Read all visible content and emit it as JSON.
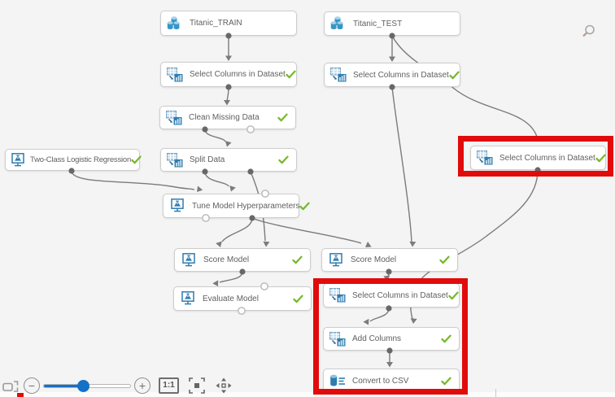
{
  "canvas": {
    "background": "#f4f4f4"
  },
  "nodes": [
    {
      "id": "titanic-train",
      "label": "Titanic_TRAIN",
      "icon": "dataset-icon",
      "status": ""
    },
    {
      "id": "titanic-test",
      "label": "Titanic_TEST",
      "icon": "dataset-icon",
      "status": ""
    },
    {
      "id": "select-columns-train",
      "label": "Select Columns in Dataset",
      "icon": "select-columns-icon",
      "status": "completed"
    },
    {
      "id": "select-columns-test",
      "label": "Select Columns in Dataset",
      "icon": "select-columns-icon",
      "status": "completed"
    },
    {
      "id": "clean-missing-data",
      "label": "Clean Missing Data",
      "icon": "select-columns-icon",
      "status": "completed"
    },
    {
      "id": "split-data",
      "label": "Split Data",
      "icon": "select-columns-icon",
      "status": "completed"
    },
    {
      "id": "two-class-logistic-regression",
      "label": "Two-Class Logistic Regression",
      "icon": "model-icon",
      "status": "completed"
    },
    {
      "id": "tune-model-hyperparameters",
      "label": "Tune Model Hyperparameters",
      "icon": "model-icon",
      "status": "completed"
    },
    {
      "id": "score-model-left",
      "label": "Score Model",
      "icon": "model-icon",
      "status": "completed"
    },
    {
      "id": "score-model-right",
      "label": "Score Model",
      "icon": "model-icon",
      "status": "completed"
    },
    {
      "id": "evaluate-model",
      "label": "Evaluate Model",
      "icon": "model-icon",
      "status": "completed"
    },
    {
      "id": "select-columns-right",
      "label": "Select Columns in Dataset",
      "icon": "select-columns-icon",
      "status": "completed",
      "highlighted": true
    },
    {
      "id": "select-columns-output",
      "label": "Select Columns in Dataset",
      "icon": "select-columns-icon",
      "status": "completed",
      "highlighted": true
    },
    {
      "id": "add-columns",
      "label": "Add Columns",
      "icon": "select-columns-icon",
      "status": "completed",
      "highlighted": true
    },
    {
      "id": "convert-to-csv",
      "label": "Convert to CSV",
      "icon": "csv-icon",
      "status": "completed",
      "highlighted": true
    }
  ],
  "edges": [
    {
      "from": "titanic-train",
      "to": "select-columns-train"
    },
    {
      "from": "select-columns-train",
      "to": "clean-missing-data"
    },
    {
      "from": "clean-missing-data",
      "to": "split-data"
    },
    {
      "from": "two-class-logistic-regression",
      "to": "tune-model-hyperparameters"
    },
    {
      "from": "split-data",
      "to": "tune-model-hyperparameters"
    },
    {
      "from": "split-data",
      "to": "score-model-left"
    },
    {
      "from": "tune-model-hyperparameters",
      "to": "score-model-left"
    },
    {
      "from": "tune-model-hyperparameters",
      "to": "score-model-right"
    },
    {
      "from": "titanic-test",
      "to": "select-columns-test"
    },
    {
      "from": "titanic-test",
      "to": "select-columns-right"
    },
    {
      "from": "select-columns-test",
      "to": "score-model-right"
    },
    {
      "from": "score-model-left",
      "to": "evaluate-model"
    },
    {
      "from": "score-model-right",
      "to": "select-columns-output"
    },
    {
      "from": "select-columns-right",
      "to": "add-columns"
    },
    {
      "from": "select-columns-output",
      "to": "add-columns"
    },
    {
      "from": "add-columns",
      "to": "convert-to-csv"
    }
  ],
  "toolbar": {
    "zoom_out_label": "−",
    "zoom_in_label": "+",
    "actual_size_label": "1:1",
    "zoom_slider_position": 0.45
  },
  "colors": {
    "module_blue": "#2e7cb0",
    "check_green": "#76b82a",
    "highlight_red": "#e10b0b",
    "edge_gray": "#7b7b7b",
    "slider_blue": "#1371c8"
  }
}
